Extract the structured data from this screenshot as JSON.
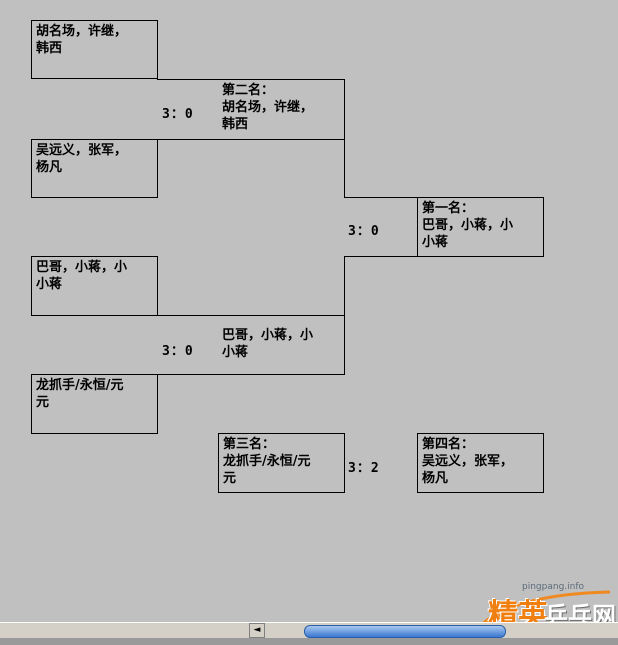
{
  "bracket": {
    "players": {
      "p1": "胡名场，许继，\n韩西",
      "p2": "吴远义，张军，\n杨凡",
      "p3": "巴哥，小蒋，小\n小蒋",
      "p4": "龙抓手/永恒/元\n元"
    },
    "round1": {
      "top_score": "3：0",
      "top_result": "第二名：\n胡名场，许继，\n韩西",
      "bottom_score": "3：0",
      "bottom_result": "巴哥，小蒋，小\n小蒋"
    },
    "final": {
      "score": "3：0",
      "result": "第一名：\n巴哥，小蒋，小\n小蒋"
    },
    "third_place": {
      "left": "第三名：\n龙抓手/永恒/元\n元",
      "score": "3：2",
      "right": "第四名：\n吴远义，张军，\n杨凡"
    }
  },
  "watermark": {
    "url": "pingpang.info",
    "brand_main": "精英",
    "brand_sub": "乒乓网"
  },
  "scrollbar": {
    "left_arrow": "◄"
  }
}
